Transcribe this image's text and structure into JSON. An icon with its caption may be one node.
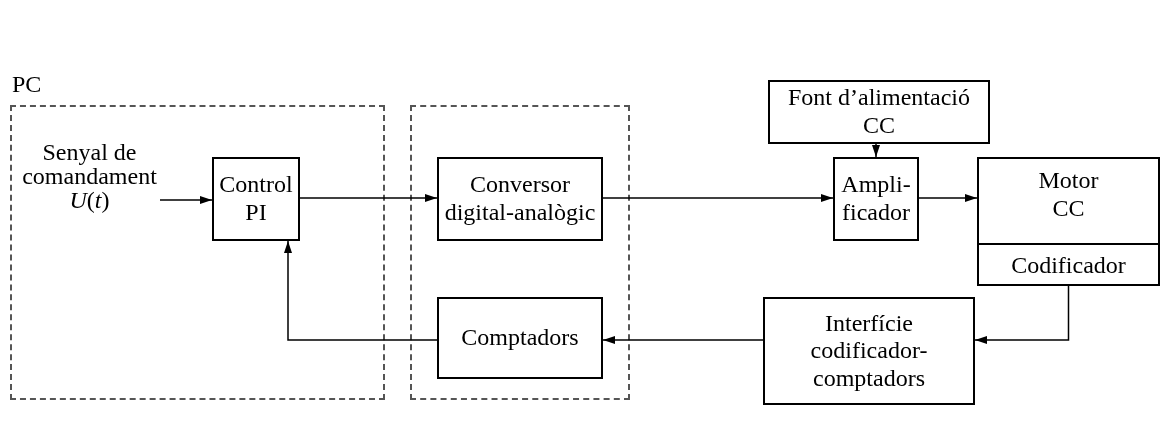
{
  "diagram": {
    "nodes": [
      {
        "text": [
          "PC"
        ]
      },
      {
        "text": [],
        "shape": "box"
      },
      {
        "text": [
          "Senyal de comandament *U*(*t*)"
        ],
        "in": 0
      },
      {
        "text": [
          "Control PI"
        ],
        "in": 0
      },
      {
        "text": [
          "Conversor digital-analògic"
        ],
        "in": 1
      },
      {
        "text": [
          "Comptadors"
        ],
        "in": 1
      },
      {
        "text": [
          "Font d’alimentació CC"
        ]
      },
      {
        "text": [
          "Ampli- ficador"
        ]
      },
      {
        "text": [
          "Motor CC"
        ]
      },
      {
        "text": [
          "Codificador"
        ],
        "in": 8
      },
      {
        "text": [
          "Interfície codificador-comptadors"
        ]
      }
    ],
    "edges": [
      {
        "from": 2,
        "to": 3,
        "arrow": "to"
      },
      {
        "from": 3,
        "to": 4,
        "arrow": "to"
      },
      {
        "from": 4,
        "to": 7,
        "arrow": "to"
      },
      {
        "from": 6,
        "to": 7,
        "arrow": "to"
      },
      {
        "from": 7,
        "to": 8,
        "arrow": "to"
      },
      {
        "from": 9,
        "to": 10,
        "arrow": "to"
      },
      {
        "from": 10,
        "to": 5,
        "arrow": "to"
      },
      {
        "from": 5,
        "to": 3,
        "arrow": "to"
      }
    ]
  }
}
